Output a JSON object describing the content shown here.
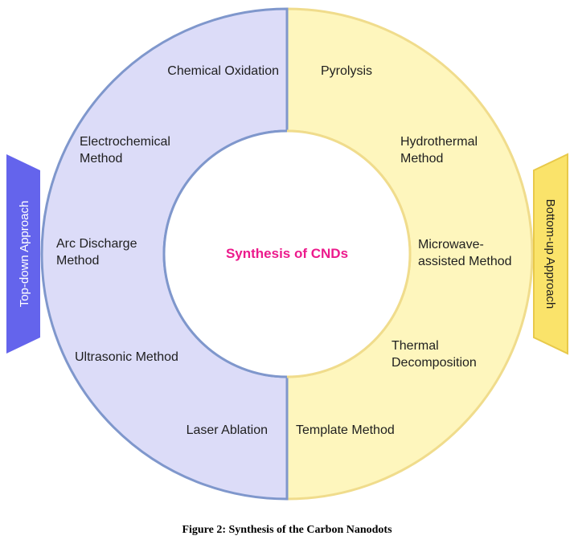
{
  "center": {
    "title": "Synthesis of CNDs"
  },
  "left": {
    "banner": "Top-down Approach",
    "methods": [
      {
        "lines": [
          "Chemical Oxidation"
        ]
      },
      {
        "lines": [
          "Electrochemical",
          "Method"
        ]
      },
      {
        "lines": [
          "Arc Discharge",
          "Method"
        ]
      },
      {
        "lines": [
          "Ultrasonic Method"
        ]
      },
      {
        "lines": [
          "Laser Ablation"
        ]
      }
    ]
  },
  "right": {
    "banner": "Bottom-up Approach",
    "methods": [
      {
        "lines": [
          "Pyrolysis"
        ]
      },
      {
        "lines": [
          "Hydrothermal",
          "Method"
        ]
      },
      {
        "lines": [
          "Microwave-",
          "assisted Method"
        ]
      },
      {
        "lines": [
          "Thermal",
          "Decomposition"
        ]
      },
      {
        "lines": [
          "Template Method"
        ]
      }
    ]
  },
  "colors": {
    "left_fill": "#dcdcf8",
    "left_stroke": "#7f97cc",
    "right_fill": "#fef6bd",
    "right_stroke": "#f0dc8c",
    "left_banner": "#6464ec",
    "right_banner": "#fae36a",
    "center_text": "#ec1a8c"
  },
  "caption": "Figure 2: Synthesis of the Carbon Nanodots"
}
